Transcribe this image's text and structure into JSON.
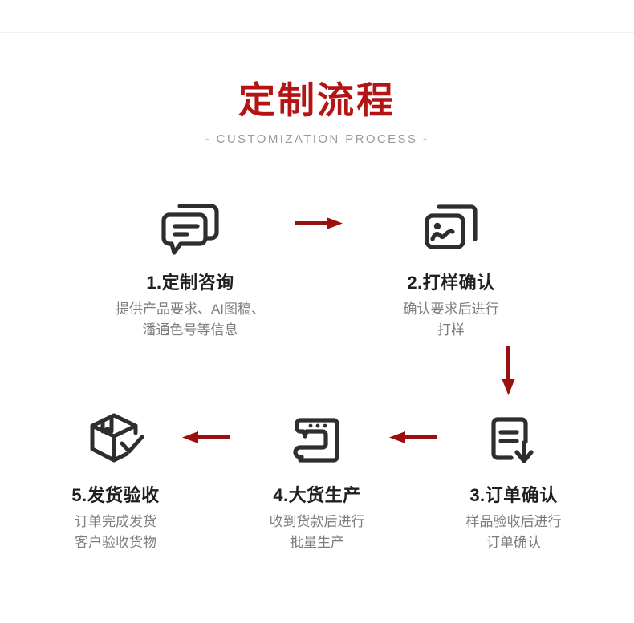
{
  "header": {
    "title": "定制流程",
    "subtitle": "-  CUSTOMIZATION PROCESS  -"
  },
  "colors": {
    "title_red": "#b51414",
    "arrow_red": "#9c0f0f",
    "icon_dark": "#2e2e2e",
    "heading_dark": "#1f1f1f",
    "body_gray": "#7d7d7d",
    "subtitle_gray": "#9a9a9a",
    "background": "#ffffff"
  },
  "steps": [
    {
      "id": "step-1",
      "icon": "chat-bubbles-icon",
      "title": "1.定制咨询",
      "desc_line1": "提供产品要求、AI图稿、",
      "desc_line2": "潘通色号等信息"
    },
    {
      "id": "step-2",
      "icon": "photo-sample-icon",
      "title": "2.打样确认",
      "desc_line1": "确认要求后进行",
      "desc_line2": "打样"
    },
    {
      "id": "step-3",
      "icon": "document-download-icon",
      "title": "3.订单确认",
      "desc_line1": "样品验收后进行",
      "desc_line2": "订单确认"
    },
    {
      "id": "step-4",
      "icon": "sewing-machine-icon",
      "title": "4.大货生产",
      "desc_line1": "收到货款后进行",
      "desc_line2": "批量生产"
    },
    {
      "id": "step-5",
      "icon": "box-check-icon",
      "title": "5.发货验收",
      "desc_line1": "订单完成发货",
      "desc_line2": "客户验收货物"
    }
  ],
  "arrows": [
    {
      "id": "arrow-1",
      "name": "arrow-right-step1-to-step2",
      "direction": "right"
    },
    {
      "id": "arrow-2",
      "name": "arrow-down-step2-to-step3",
      "direction": "down"
    },
    {
      "id": "arrow-3",
      "name": "arrow-left-step3-to-step4",
      "direction": "left"
    },
    {
      "id": "arrow-4",
      "name": "arrow-left-step4-to-step5",
      "direction": "left"
    }
  ]
}
